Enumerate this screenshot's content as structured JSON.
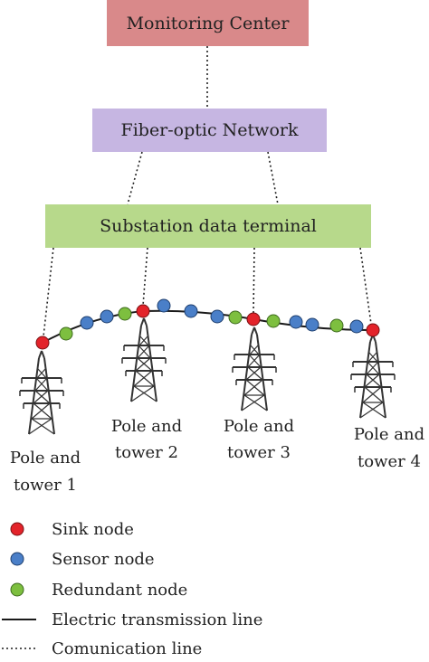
{
  "boxes": {
    "monitoring": {
      "label": "Monitoring Center",
      "color": "#d9898a"
    },
    "fiber": {
      "label": "Fiber-optic Network",
      "color": "#c6b6e2"
    },
    "substation": {
      "label": "Substation data terminal",
      "color": "#b7d98b"
    }
  },
  "towers": [
    {
      "line1": "Pole and",
      "line2": "tower 1"
    },
    {
      "line1": "Pole and",
      "line2": "tower 2"
    },
    {
      "line1": "Pole and",
      "line2": "tower 3"
    },
    {
      "line1": "Pole and",
      "line2": "tower 4"
    }
  ],
  "legend": {
    "sink": "Sink node",
    "sensor": "Sensor node",
    "redundant": "Redundant node",
    "electric": "Electric transmission line",
    "communication": "Comunication line"
  },
  "colors": {
    "sink": "#e3232a",
    "sensor": "#4a7fc8",
    "redundant": "#7dbf3f",
    "line": "#1a1a1a"
  }
}
